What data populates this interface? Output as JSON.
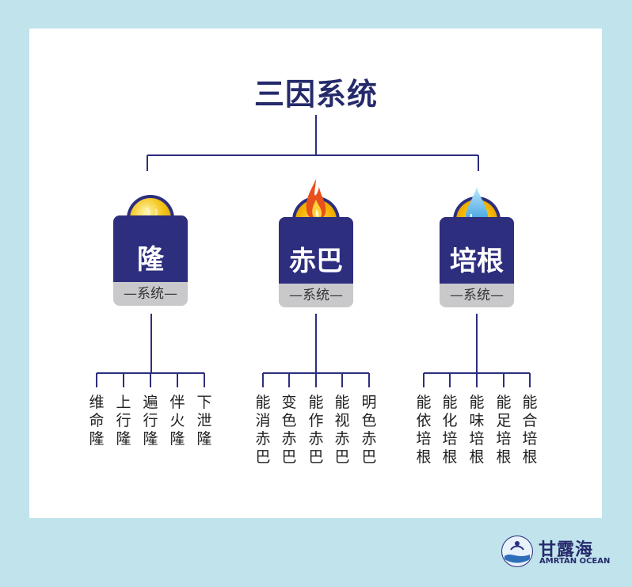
{
  "title": "三因系统",
  "systems": [
    {
      "name": "隆",
      "sub": "—系统—",
      "icon": "wind-orb-icon",
      "leaves": [
        "维命隆",
        "上行隆",
        "遍行隆",
        "伴火隆",
        "下泄隆"
      ]
    },
    {
      "name": "赤巴",
      "sub": "—系统—",
      "icon": "fire-icon",
      "leaves": [
        "能消赤巴",
        "变色赤巴",
        "能作赤巴",
        "能视赤巴",
        "明色赤巴"
      ]
    },
    {
      "name": "培根",
      "sub": "—系统—",
      "icon": "water-drop-icon",
      "leaves": [
        "能依培根",
        "能化培根",
        "能味培根",
        "能足培根",
        "能合培根"
      ]
    }
  ],
  "logo": {
    "cn": "甘露海",
    "en": "AMRTAN OCEAN"
  },
  "colors": {
    "navy": "#2d2e7e",
    "background": "#c0e3ec",
    "gray": "#c9c9cc"
  }
}
